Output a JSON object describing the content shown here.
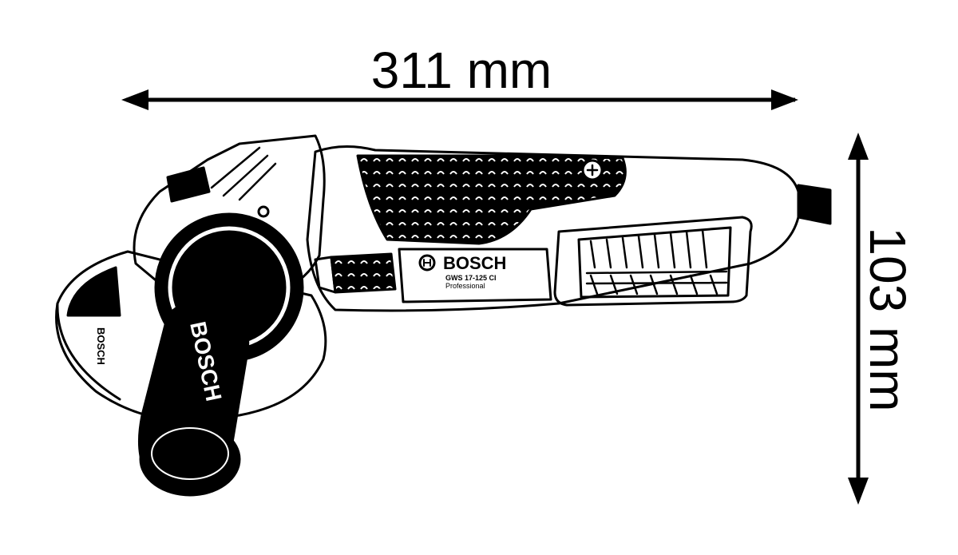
{
  "dimensions": {
    "length_label": "311 mm",
    "height_label": "103 mm"
  },
  "tool": {
    "body_brand": "BOSCH",
    "model": "GWS 17-125 CI",
    "series": "Professional",
    "handle_brand": "BOSCH",
    "guard_brand": "BOSCH"
  },
  "colors": {
    "line": "#000000",
    "background": "#ffffff"
  }
}
